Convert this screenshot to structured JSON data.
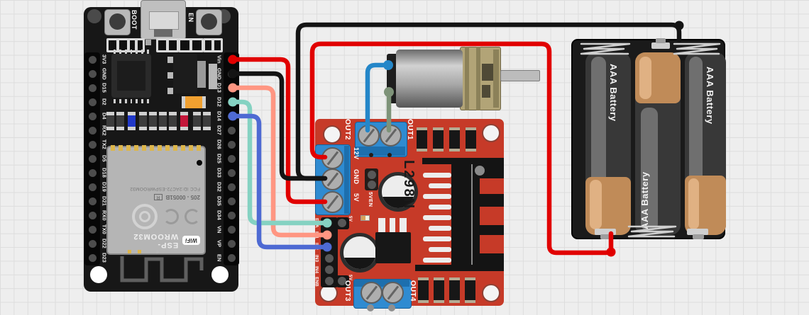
{
  "esp32": {
    "boot_button_label": "BOOT",
    "en_button_label": "EN",
    "left_pin_labels": [
      "3V3",
      "GND",
      "D15",
      "D2",
      "D4",
      "RX2",
      "TX2",
      "D5",
      "D18",
      "D19",
      "D21",
      "RX0",
      "TX0",
      "D22",
      "D23"
    ],
    "right_pin_labels": [
      "Vin",
      "GND",
      "D13",
      "D12",
      "D14",
      "D27",
      "D26",
      "D25",
      "D33",
      "D32",
      "D35",
      "D34",
      "VN",
      "VP",
      "EN"
    ],
    "shield": {
      "fcc_line": "FCC ID:2AC72-ESPWROOM32",
      "cert_number": "205 - 00051B",
      "r_mark": "R",
      "module_name": "ESP- WROOM32",
      "wifi_logo_text": "WiFi",
      "antenna_mark": "c"
    }
  },
  "l298n": {
    "chip_label": "L298N",
    "out1_label": "OUT1",
    "out2_label": "OUT2",
    "out3_label": "OUT3",
    "out4_label": "OUT4",
    "power_labels": [
      "12V",
      "GND",
      "5V"
    ],
    "jumper_label": "5VEN",
    "header_labels": [
      "ENA",
      "IN1",
      "IN2",
      "IN3",
      "IN4",
      "ENB"
    ],
    "en_5v_labels": [
      "5V",
      "5V"
    ]
  },
  "battery_holder": {
    "cell_label": "AAA Battery",
    "cells": 3
  },
  "wires": [
    {
      "name": "battery-plus-to-12v",
      "color": "#e10000",
      "from": "Battery +",
      "to": "L298N 12V"
    },
    {
      "name": "battery-minus-to-gnd",
      "color": "#141414",
      "from": "Battery -",
      "to": "L298N GND"
    },
    {
      "name": "esp-vin-to-5v",
      "color": "#e10000",
      "from": "ESP32 Vin",
      "to": "L298N 5V"
    },
    {
      "name": "esp-gnd-to-gnd",
      "color": "#141414",
      "from": "ESP32 GND",
      "to": "L298N GND"
    },
    {
      "name": "esp-d13-to-in1",
      "color": "#ff9682",
      "from": "ESP32 D13",
      "to": "L298N IN1"
    },
    {
      "name": "esp-d12-to-ena",
      "color": "#85d2c2",
      "from": "ESP32 D12",
      "to": "L298N ENA"
    },
    {
      "name": "esp-d14-to-in2",
      "color": "#4e6ad3",
      "from": "ESP32 D14",
      "to": "L298N IN2"
    },
    {
      "name": "motor-terminal1-to-out2",
      "color": "#2486c8",
      "from": "Motor terminal 1",
      "to": "L298N OUT2"
    },
    {
      "name": "motor-terminal2-to-out1",
      "color": "#7e9379",
      "from": "Motor terminal 2",
      "to": "L298N OUT1"
    }
  ]
}
